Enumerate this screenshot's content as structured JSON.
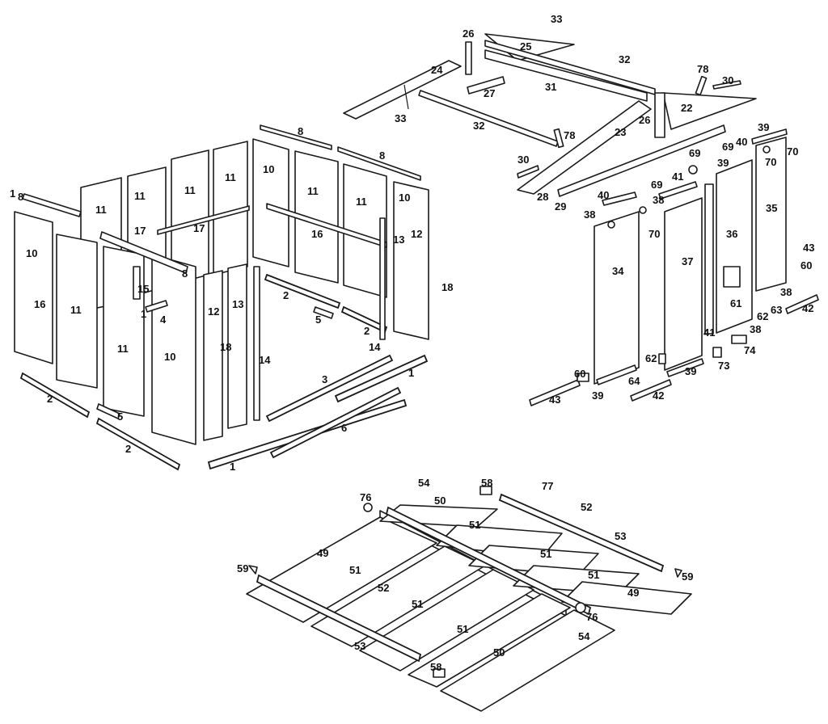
{
  "callouts": {
    "n1": "1",
    "n2": "2",
    "n3": "3",
    "n4": "4",
    "n5": "5",
    "n6": "6",
    "n8": "8",
    "n10": "10",
    "n11": "11",
    "n12": "12",
    "n13": "13",
    "n14": "14",
    "n15": "15",
    "n16": "16",
    "n17": "17",
    "n18": "18",
    "n22": "22",
    "n23": "23",
    "n24": "24",
    "n25": "25",
    "n26": "26",
    "n27": "27",
    "n28": "28",
    "n29": "29",
    "n30": "30",
    "n31": "31",
    "n32": "32",
    "n33": "33",
    "n34": "34",
    "n35": "35",
    "n36": "36",
    "n37": "37",
    "n38": "38",
    "n39": "39",
    "n40": "40",
    "n41": "41",
    "n42": "42",
    "n43": "43",
    "n49": "49",
    "n50": "50",
    "n51": "51",
    "n52": "52",
    "n53": "53",
    "n54": "54",
    "n58": "58",
    "n59": "59",
    "n60": "60",
    "n61": "61",
    "n62": "62",
    "n63": "63",
    "n64": "64",
    "n69": "69",
    "n70": "70",
    "n73": "73",
    "n74": "74",
    "n76": "76",
    "n77": "77",
    "n78": "78"
  }
}
